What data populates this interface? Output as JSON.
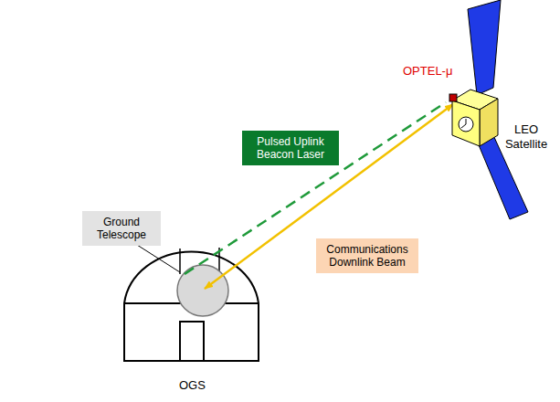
{
  "diagram": {
    "nodes": [
      {
        "text": [
          "Ground Telescope"
        ]
      },
      {
        "text": [
          "Pulsed Uplink Beacon Laser"
        ]
      },
      {
        "text": [
          "Communications Downlink Beam"
        ]
      }
    ],
    "labels": [
      "OPTEL-μ",
      "LEO Satellite",
      "OGS"
    ]
  }
}
